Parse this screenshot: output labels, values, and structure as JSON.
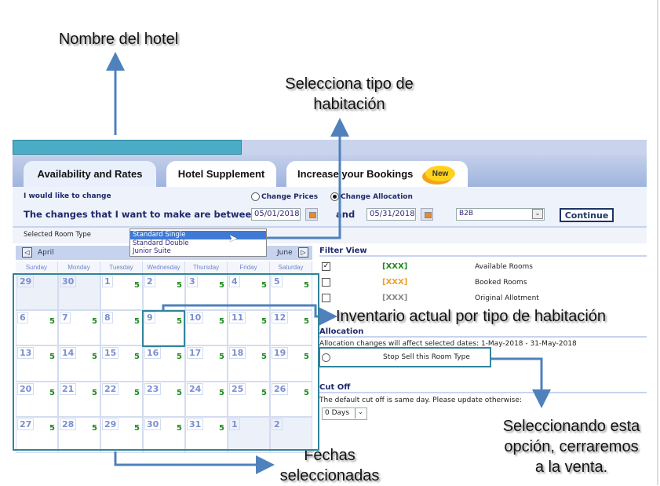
{
  "annotations": {
    "hotel_name": "Nombre del hotel",
    "room_type": [
      "Selecciona tipo de",
      "habitación"
    ],
    "inventory": [
      "Inventario actual por",
      "tipo de habitación"
    ],
    "stop_sell": [
      "Seleccionando esta",
      "opción, cerraremos",
      "a la venta."
    ],
    "dates": [
      "Fechas",
      "seleccionadas"
    ]
  },
  "tabs": [
    {
      "label": "Availability and Rates"
    },
    {
      "label": "Hotel Supplement"
    },
    {
      "label": "Increase your Bookings",
      "badge": "New"
    }
  ],
  "form": {
    "change_label": "I would like to change",
    "option_prices": "Change Prices",
    "option_allocation": "Change Allocation",
    "between_label": "The changes that I want to make are between.",
    "start_date": "05/01/2018",
    "and_label": "and",
    "end_date": "05/31/2018",
    "channel": "B2B",
    "continue": "Continue"
  },
  "room_type": {
    "label": "Selected Room Type",
    "options": [
      "Standard Single",
      "Standard Double",
      "Junior Suite"
    ],
    "selected": "Standard Single"
  },
  "calendar": {
    "prev": "April",
    "next": "June",
    "days": [
      "Sunday",
      "Monday",
      "Tuesday",
      "Wednesday",
      "Thursday",
      "Friday",
      "Saturday"
    ],
    "cells": [
      [
        "29",
        ""
      ],
      [
        "30",
        ""
      ],
      [
        "1",
        "5"
      ],
      [
        "2",
        "5"
      ],
      [
        "3",
        "5"
      ],
      [
        "4",
        "5"
      ],
      [
        "5",
        "5"
      ],
      [
        "6",
        "5"
      ],
      [
        "7",
        "5"
      ],
      [
        "8",
        "5"
      ],
      [
        "9",
        "5"
      ],
      [
        "10",
        "5"
      ],
      [
        "11",
        "5"
      ],
      [
        "12",
        "5"
      ],
      [
        "13",
        "5"
      ],
      [
        "14",
        "5"
      ],
      [
        "15",
        "5"
      ],
      [
        "16",
        "5"
      ],
      [
        "17",
        "5"
      ],
      [
        "18",
        "5"
      ],
      [
        "19",
        "5"
      ],
      [
        "20",
        "5"
      ],
      [
        "21",
        "5"
      ],
      [
        "22",
        "5"
      ],
      [
        "23",
        "5"
      ],
      [
        "24",
        "5"
      ],
      [
        "25",
        "5"
      ],
      [
        "26",
        "5"
      ],
      [
        "27",
        "5"
      ],
      [
        "28",
        "5"
      ],
      [
        "29",
        "5"
      ],
      [
        "30",
        "5"
      ],
      [
        "31",
        "5"
      ],
      [
        "1",
        ""
      ],
      [
        "2",
        ""
      ]
    ],
    "out_of_month": [
      0,
      1,
      33,
      34
    ]
  },
  "filter": {
    "title": "Filter View",
    "rows": [
      {
        "code": "[XXX]",
        "label": "Available Rooms",
        "checked": true,
        "color": "#1d8a1d"
      },
      {
        "code": "[XXX]",
        "label": "Booked Rooms",
        "checked": false,
        "color": "#f0a020"
      },
      {
        "code": "[XXX]",
        "label": "Original Allotment",
        "checked": false,
        "color": "#888888"
      }
    ]
  },
  "allocation": {
    "title": "Allocation",
    "note": "Allocation changes will affect selected dates: 1-May-2018 - 31-May-2018",
    "stop_sell": "Stop Sell this Room Type"
  },
  "cutoff": {
    "title": "Cut Off",
    "note": "The default cut off is same day. Please update otherwise:",
    "value": "0 Days"
  }
}
